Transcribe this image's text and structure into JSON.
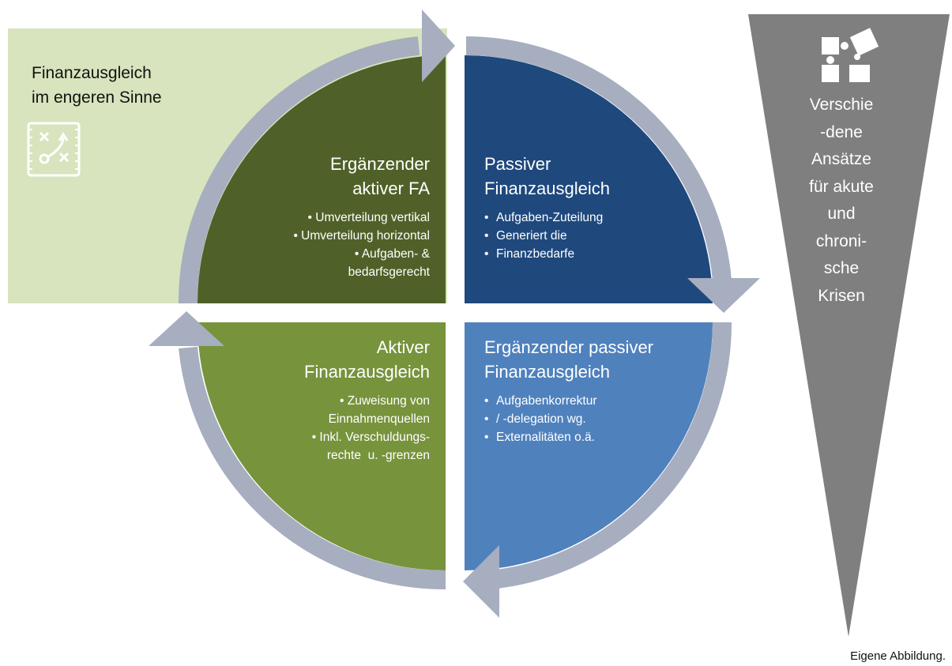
{
  "context_box": {
    "label_line1": "Finanzausgleich",
    "label_line2": "im engeren Sinne",
    "icon": "strategy-board-icon"
  },
  "quadrants": {
    "top_left": {
      "title_line1": "Ergänzender",
      "title_line2": "aktiver FA",
      "bullets": [
        "Umverteilung vertikal",
        "Umverteilung horizontal",
        "Aufgaben- &",
        "bedarfsgerecht"
      ],
      "color": "#4f6128"
    },
    "top_right": {
      "title_line1": "Passiver",
      "title_line2": "Finanzausgleich",
      "bullets": [
        "Aufgaben-Zuteilung",
        "Generiert die",
        "Finanzbedarfe"
      ],
      "color": "#1f497d"
    },
    "bottom_left": {
      "title_line1": "Aktiver",
      "title_line2": "Finanzausgleich",
      "bullets": [
        "Zuweisung von",
        "Einnahmenquellen",
        "Inkl. Verschuldungs-",
        "rechte  u. -grenzen"
      ],
      "color": "#77933c"
    },
    "bottom_right": {
      "title_line1": "Ergänzender passiver",
      "title_line2": "Finanzausgleich",
      "bullets": [
        "Aufgabenkorrektur",
        "/ -delegation wg.",
        "Externalitäten o.ä."
      ],
      "color": "#4f81bd"
    }
  },
  "wedge": {
    "lines": [
      "Verschie",
      "-dene",
      "Ansätze",
      "für akute",
      "und",
      "chroni-",
      "sche",
      "Krisen"
    ],
    "icon": "puzzle-icon",
    "color": "#7f7f7f"
  },
  "footer": {
    "source": "Eigene Abbildung."
  },
  "colors": {
    "arrow": "#a6aebf",
    "context_box": "#d7e4bd"
  }
}
